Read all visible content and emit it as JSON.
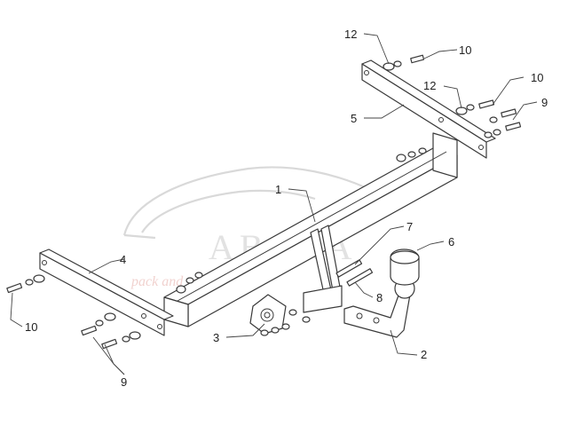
{
  "callouts": [
    {
      "id": "1",
      "label": "1"
    },
    {
      "id": "2",
      "label": "2"
    },
    {
      "id": "3",
      "label": "3"
    },
    {
      "id": "4",
      "label": "4"
    },
    {
      "id": "5",
      "label": "5"
    },
    {
      "id": "6",
      "label": "6"
    },
    {
      "id": "7",
      "label": "7"
    },
    {
      "id": "8",
      "label": "8"
    },
    {
      "id": "9a",
      "label": "9"
    },
    {
      "id": "9b",
      "label": "9"
    },
    {
      "id": "10a",
      "label": "10"
    },
    {
      "id": "10b",
      "label": "10"
    },
    {
      "id": "10c",
      "label": "10"
    },
    {
      "id": "12a",
      "label": "12"
    },
    {
      "id": "12b",
      "label": "12"
    }
  ],
  "watermark": {
    "brand": "АВАКА",
    "tagline": "pack and travel"
  },
  "colors": {
    "line": "#3a3a3a",
    "watermark": "#d9d9d9",
    "watermark_accent": "#f1d2cf"
  }
}
